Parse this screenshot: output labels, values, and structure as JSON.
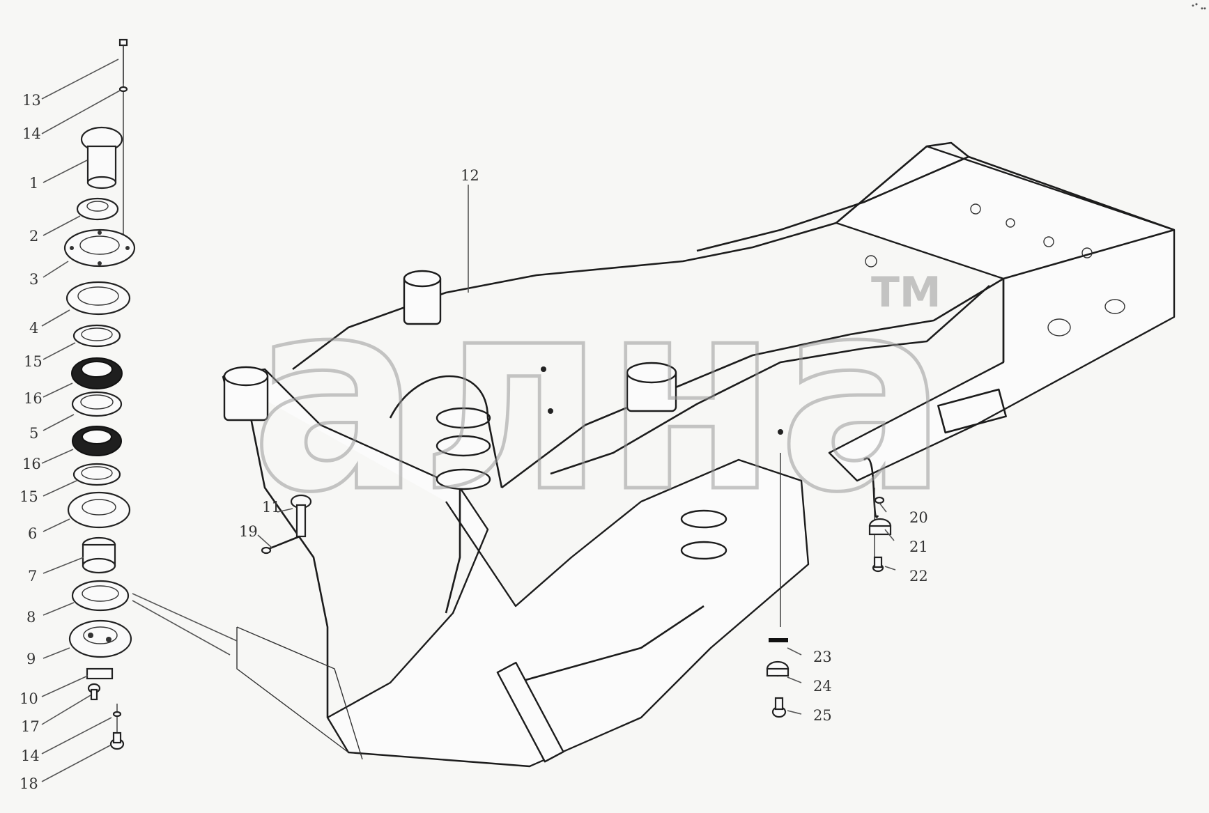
{
  "callouts": [
    {
      "id": "c13a",
      "label": "13"
    },
    {
      "id": "c14a",
      "label": "14"
    },
    {
      "id": "c1",
      "label": "1"
    },
    {
      "id": "c2",
      "label": "2"
    },
    {
      "id": "c3",
      "label": "3"
    },
    {
      "id": "c4",
      "label": "4"
    },
    {
      "id": "c15a",
      "label": "15"
    },
    {
      "id": "c16a",
      "label": "16"
    },
    {
      "id": "c5",
      "label": "5"
    },
    {
      "id": "c16b",
      "label": "16"
    },
    {
      "id": "c15b",
      "label": "15"
    },
    {
      "id": "c6",
      "label": "6"
    },
    {
      "id": "c7",
      "label": "7"
    },
    {
      "id": "c8",
      "label": "8"
    },
    {
      "id": "c9",
      "label": "9"
    },
    {
      "id": "c10",
      "label": "10"
    },
    {
      "id": "c17",
      "label": "17"
    },
    {
      "id": "c14b",
      "label": "14"
    },
    {
      "id": "c18",
      "label": "18"
    },
    {
      "id": "c12",
      "label": "12"
    },
    {
      "id": "c11",
      "label": "11"
    },
    {
      "id": "c19",
      "label": "19"
    },
    {
      "id": "c20",
      "label": "20"
    },
    {
      "id": "c21",
      "label": "21"
    },
    {
      "id": "c22",
      "label": "22"
    },
    {
      "id": "c23",
      "label": "23"
    },
    {
      "id": "c24",
      "label": "24"
    },
    {
      "id": "c25",
      "label": "25"
    }
  ],
  "watermark": {
    "text": "ална",
    "trademark": "TM",
    "color": "#9a9a9a"
  }
}
